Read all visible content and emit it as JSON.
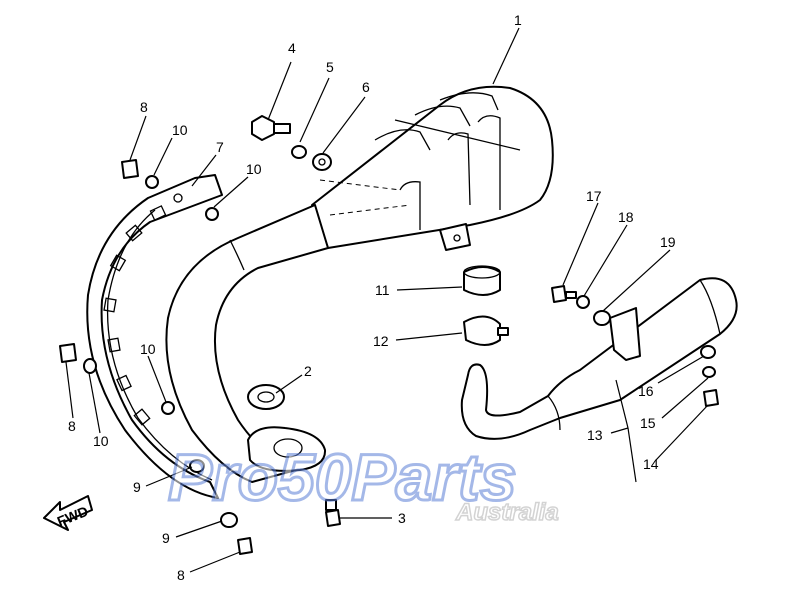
{
  "callouts": [
    {
      "id": "c1",
      "label": "1"
    },
    {
      "id": "c2",
      "label": "2"
    },
    {
      "id": "c3",
      "label": "3"
    },
    {
      "id": "c4",
      "label": "4"
    },
    {
      "id": "c5",
      "label": "5"
    },
    {
      "id": "c6",
      "label": "6"
    },
    {
      "id": "c7",
      "label": "7"
    },
    {
      "id": "c8a",
      "label": "8"
    },
    {
      "id": "c8b",
      "label": "8"
    },
    {
      "id": "c8c",
      "label": "8"
    },
    {
      "id": "c9a",
      "label": "9"
    },
    {
      "id": "c9b",
      "label": "9"
    },
    {
      "id": "c10a",
      "label": "10"
    },
    {
      "id": "c10b",
      "label": "10"
    },
    {
      "id": "c10c",
      "label": "10"
    },
    {
      "id": "c10d",
      "label": "10"
    },
    {
      "id": "c11",
      "label": "11"
    },
    {
      "id": "c12",
      "label": "12"
    },
    {
      "id": "c13",
      "label": "13"
    },
    {
      "id": "c14",
      "label": "14"
    },
    {
      "id": "c15",
      "label": "15"
    },
    {
      "id": "c16",
      "label": "16"
    },
    {
      "id": "c17",
      "label": "17"
    },
    {
      "id": "c18",
      "label": "18"
    },
    {
      "id": "c19",
      "label": "19"
    }
  ],
  "direction_arrow": "FWD",
  "watermark": {
    "brand": "Pro50Parts",
    "region": "Australia",
    "color": "#5b7fd6"
  }
}
